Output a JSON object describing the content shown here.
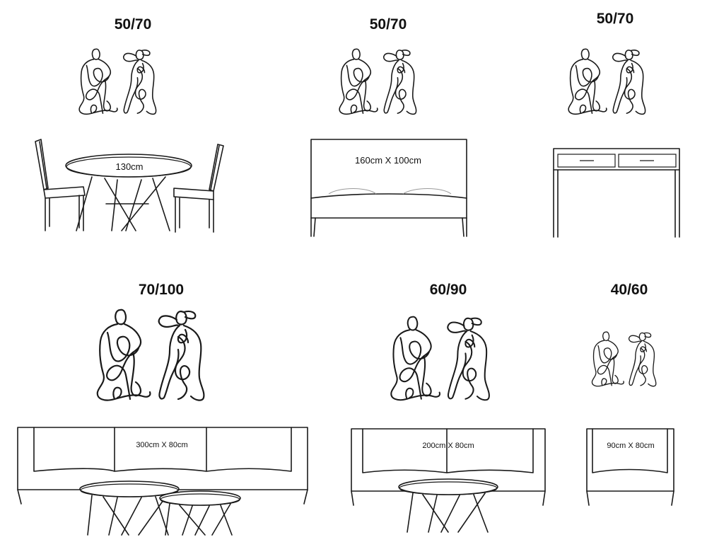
{
  "scenes": [
    {
      "id": "dining",
      "size_label": "50/70",
      "dimension_label": "130cm",
      "furniture": "round-dining-table-with-two-chairs"
    },
    {
      "id": "bed",
      "size_label": "50/70",
      "dimension_label": "160cm X 100cm",
      "furniture": "bed-headboard"
    },
    {
      "id": "console",
      "size_label": "50/70",
      "dimension_label": "",
      "furniture": "console-table-two-drawers"
    },
    {
      "id": "sofa-large",
      "size_label": "70/100",
      "dimension_label": "300cm X 80cm",
      "furniture": "three-seat-sofa-with-two-coffee-tables"
    },
    {
      "id": "sofa-medium",
      "size_label": "60/90",
      "dimension_label": "200cm X 80cm",
      "furniture": "two-seat-sofa-with-coffee-table"
    },
    {
      "id": "armchair",
      "size_label": "40/60",
      "dimension_label": "90cm X 80cm",
      "furniture": "armchair"
    }
  ],
  "artwork": {
    "type": "pair-of-line-art-figure-prints",
    "line_color": "#1a1a1a",
    "background": "#ffffff"
  }
}
